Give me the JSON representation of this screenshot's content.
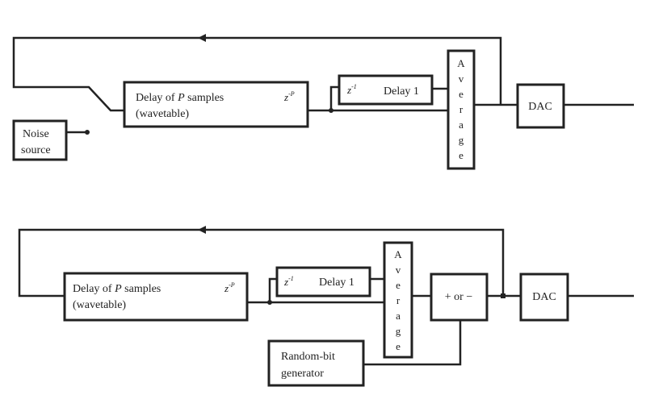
{
  "top": {
    "delay_line": [
      "Delay of ",
      "P",
      " samples",
      "(wavetable)"
    ],
    "delay_z": "z",
    "delay_z_exp": "-P",
    "noise": [
      "Noise",
      "source"
    ],
    "delay1_z": "z",
    "delay1_z_exp": "-1",
    "delay1_label": "Delay 1",
    "average": [
      "A",
      "v",
      "e",
      "r",
      "a",
      "g",
      "e"
    ],
    "dac": "DAC"
  },
  "bottom": {
    "delay_line": [
      "Delay of ",
      "P",
      " samples",
      "(wavetable)"
    ],
    "delay_z": "z",
    "delay_z_exp": "-P",
    "delay1_z": "z",
    "delay1_z_exp": "-1",
    "delay1_label": "Delay 1",
    "average": [
      "A",
      "v",
      "e",
      "r",
      "a",
      "g",
      "e"
    ],
    "plusminus": "+ or −",
    "random": [
      "Random-bit",
      "generator"
    ],
    "dac": "DAC"
  }
}
